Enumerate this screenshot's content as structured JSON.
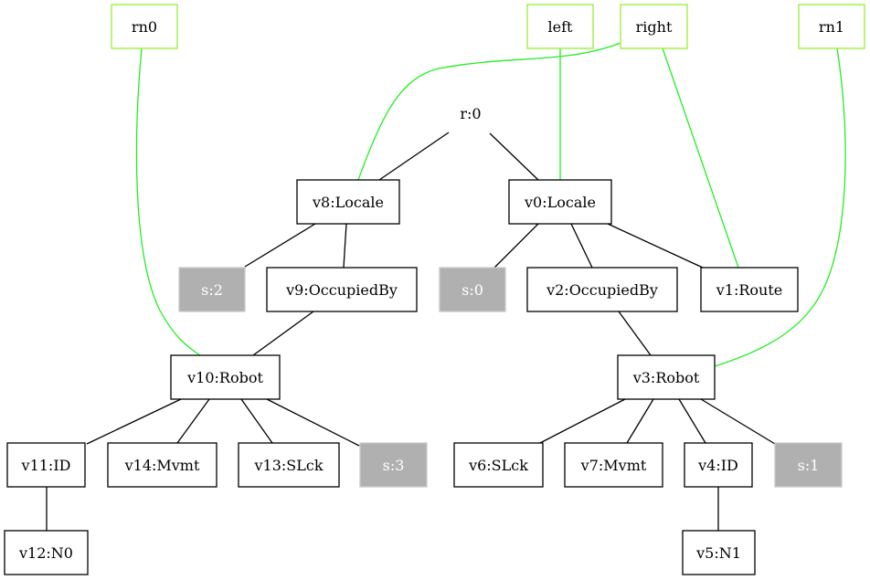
{
  "graph": {
    "root": {
      "id": "r0",
      "label": "r:0"
    },
    "nodes": [
      {
        "id": "rn0",
        "label": "rn0",
        "kind": "anchor"
      },
      {
        "id": "left",
        "label": "left",
        "kind": "anchor"
      },
      {
        "id": "right",
        "label": "right",
        "kind": "anchor"
      },
      {
        "id": "rn1",
        "label": "rn1",
        "kind": "anchor"
      },
      {
        "id": "v8",
        "label": "v8:Locale",
        "kind": "box"
      },
      {
        "id": "v0",
        "label": "v0:Locale",
        "kind": "box"
      },
      {
        "id": "s2",
        "label": "s:2",
        "kind": "gray"
      },
      {
        "id": "v9",
        "label": "v9:OccupiedBy",
        "kind": "box"
      },
      {
        "id": "s0",
        "label": "s:0",
        "kind": "gray"
      },
      {
        "id": "v2",
        "label": "v2:OccupiedBy",
        "kind": "box"
      },
      {
        "id": "v1",
        "label": "v1:Route",
        "kind": "box"
      },
      {
        "id": "v10",
        "label": "v10:Robot",
        "kind": "box"
      },
      {
        "id": "v3",
        "label": "v3:Robot",
        "kind": "box"
      },
      {
        "id": "v11",
        "label": "v11:ID",
        "kind": "box"
      },
      {
        "id": "v14",
        "label": "v14:Mvmt",
        "kind": "box"
      },
      {
        "id": "v13",
        "label": "v13:SLck",
        "kind": "box"
      },
      {
        "id": "s3",
        "label": "s:3",
        "kind": "gray"
      },
      {
        "id": "v6",
        "label": "v6:SLck",
        "kind": "box"
      },
      {
        "id": "v7",
        "label": "v7:Mvmt",
        "kind": "box"
      },
      {
        "id": "v4",
        "label": "v4:ID",
        "kind": "box"
      },
      {
        "id": "s1",
        "label": "s:1",
        "kind": "gray"
      },
      {
        "id": "v12",
        "label": "v12:N0",
        "kind": "box"
      },
      {
        "id": "v5",
        "label": "v5:N1",
        "kind": "box"
      }
    ],
    "edges": [
      {
        "from": "r0",
        "to": "v8",
        "kind": "tree"
      },
      {
        "from": "r0",
        "to": "v0",
        "kind": "tree"
      },
      {
        "from": "v8",
        "to": "s2",
        "kind": "tree"
      },
      {
        "from": "v8",
        "to": "v9",
        "kind": "tree"
      },
      {
        "from": "v9",
        "to": "v10",
        "kind": "tree"
      },
      {
        "from": "v0",
        "to": "s0",
        "kind": "tree"
      },
      {
        "from": "v0",
        "to": "v2",
        "kind": "tree"
      },
      {
        "from": "v0",
        "to": "v1",
        "kind": "tree"
      },
      {
        "from": "v2",
        "to": "v3",
        "kind": "tree"
      },
      {
        "from": "v10",
        "to": "v11",
        "kind": "tree"
      },
      {
        "from": "v10",
        "to": "v14",
        "kind": "tree"
      },
      {
        "from": "v10",
        "to": "v13",
        "kind": "tree"
      },
      {
        "from": "v10",
        "to": "s3",
        "kind": "tree"
      },
      {
        "from": "v11",
        "to": "v12",
        "kind": "tree"
      },
      {
        "from": "v3",
        "to": "v6",
        "kind": "tree"
      },
      {
        "from": "v3",
        "to": "v7",
        "kind": "tree"
      },
      {
        "from": "v3",
        "to": "v4",
        "kind": "tree"
      },
      {
        "from": "v3",
        "to": "s1",
        "kind": "tree"
      },
      {
        "from": "v4",
        "to": "v5",
        "kind": "tree"
      },
      {
        "from": "rn0",
        "to": "v10",
        "kind": "binding"
      },
      {
        "from": "left",
        "to": "v0",
        "kind": "binding"
      },
      {
        "from": "right",
        "to": "v8",
        "kind": "binding"
      },
      {
        "from": "right",
        "to": "v1",
        "kind": "binding"
      },
      {
        "from": "rn1",
        "to": "v3",
        "kind": "binding"
      }
    ],
    "colors": {
      "anchor_border": "#99ee33",
      "binding_edge": "#22ee22",
      "gray_fill": "#b0b0b0",
      "gray_text": "#ffffff"
    }
  }
}
